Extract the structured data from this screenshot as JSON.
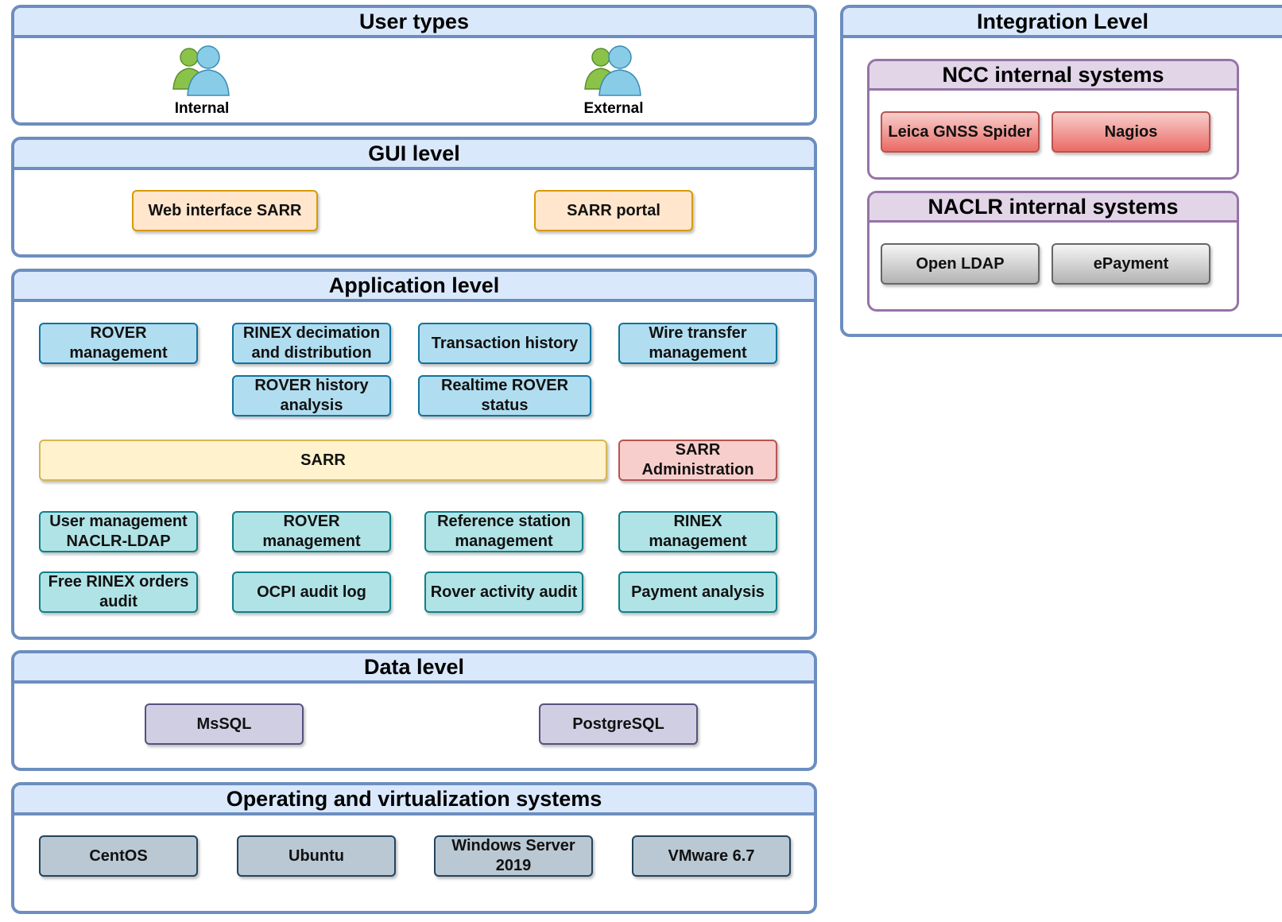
{
  "user_types": {
    "title": "User types",
    "users": [
      {
        "label": "Internal",
        "icon": "user-group-icon"
      },
      {
        "label": "External",
        "icon": "user-group-icon"
      }
    ]
  },
  "gui_level": {
    "title": "GUI level",
    "items": [
      "Web interface SARR",
      "SARR portal"
    ]
  },
  "application_level": {
    "title": "Application level",
    "modules": {
      "rover_management": "ROVER management",
      "rinex_decimation": "RINEX decimation and distribution",
      "transaction_history": "Transaction history",
      "wire_transfer": "Wire transfer management",
      "rover_history": "ROVER history analysis",
      "realtime_rover": "Realtime ROVER status"
    },
    "sarr": "SARR",
    "sarr_admin": "SARR Administration",
    "admin_modules": {
      "user_management": "User management NACLR-LDAP",
      "rover_management": "ROVER management",
      "reference_station": "Reference station management",
      "rinex_management": "RINEX management",
      "free_rinex": "Free RINEX orders audit",
      "ocpi_audit": "OCPI audit log",
      "rover_activity": "Rover activity audit",
      "payment_analysis": "Payment analysis"
    }
  },
  "data_level": {
    "title": "Data level",
    "items": [
      "MsSQL",
      "PostgreSQL"
    ]
  },
  "os_level": {
    "title": "Operating and virtualization systems",
    "items": [
      "CentOS",
      "Ubuntu",
      "Windows Server 2019",
      "VMware 6.7"
    ]
  },
  "integration_level": {
    "title": "Integration Level",
    "ncc": {
      "title": "NCC internal systems",
      "items": [
        "Leica GNSS Spider",
        "Nagios"
      ]
    },
    "naclr": {
      "title": "NACLR internal systems",
      "items": [
        "Open LDAP",
        "ePayment"
      ]
    }
  },
  "colors": {
    "panel_border": "#6c8ebf",
    "panel_header": "#dae8fc",
    "subpanel_border": "#9673a6",
    "subpanel_header": "#e1d5e7"
  }
}
